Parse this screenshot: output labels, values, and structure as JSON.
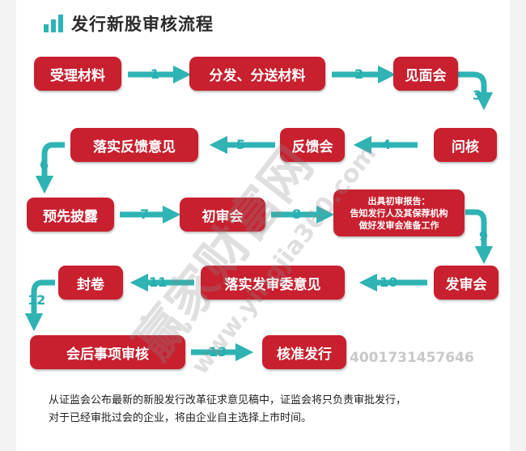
{
  "title": "发行新股审核流程",
  "boxes": {
    "b1": "受理材料",
    "b2": "分发、分送材料",
    "b3": "见面会",
    "b4": "问核",
    "b5": "反馈会",
    "b6": "落实反馈意见",
    "b7": "预先披露",
    "b8": "初审会",
    "b9_l1": "出具初审报告：",
    "b9_l2": "告知发行人及其保荐机构",
    "b9_l3": "做好发审会准备工作",
    "b10": "发审会",
    "b11": "落实发审委意见",
    "b12": "封卷",
    "b13": "会后事项审核",
    "b14": "核准发行"
  },
  "steps": [
    "1",
    "2",
    "3",
    "4",
    "5",
    "6",
    "7",
    "8",
    "9",
    "10",
    "11",
    "12",
    "13"
  ],
  "watermark": {
    "cn": "赢家财富网",
    "url": "www.yingjia360.com",
    "phone": "4001731457646"
  },
  "footer": {
    "line1": "从证监会公布最新的新股发行改革征求意见稿中，证监会将只负责审批发行，",
    "line2": "对于已经审批过会的企业，将由企业自主选择上市时间。"
  },
  "colors": {
    "box": "#c8202f",
    "arrow": "#2fb3b3"
  }
}
